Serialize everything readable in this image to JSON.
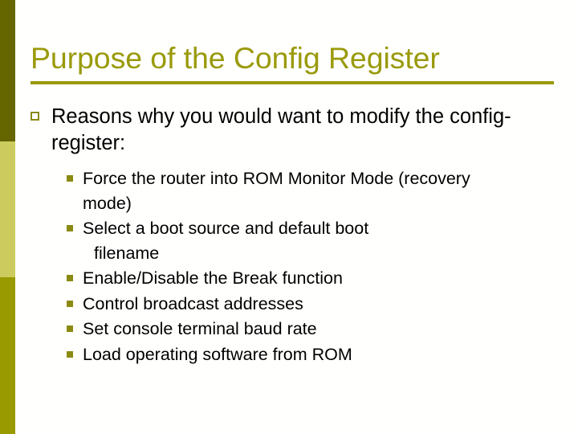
{
  "slide": {
    "title": "Purpose of the Config Register",
    "theme": {
      "title_color": "#9a9a0c",
      "rule_color": "#9a9a0c",
      "bullet_color": "#8a8a12",
      "background": "#fffffd",
      "sidebar_top": "#666600",
      "sidebar_middle": "#cccc5e",
      "sidebar_bottom": "#999900",
      "body_text_color": "#000000"
    },
    "body": {
      "level1": {
        "bullet_glyph": "hollow-square",
        "text": "Reasons why you would want to modify the config-register:"
      },
      "level2": {
        "bullet_glyph": "filled-square",
        "items": [
          {
            "text": "Force the router into ROM Monitor Mode (recovery mode)",
            "continuation": ""
          },
          {
            "text": "Select a boot source and default boot",
            "continuation": "filename"
          },
          {
            "text": "Enable/Disable the Break function",
            "continuation": ""
          },
          {
            "text": "Control broadcast addresses",
            "continuation": ""
          },
          {
            "text": "Set console terminal baud rate",
            "continuation": ""
          },
          {
            "text": "Load operating software from ROM",
            "continuation": ""
          }
        ]
      }
    }
  }
}
